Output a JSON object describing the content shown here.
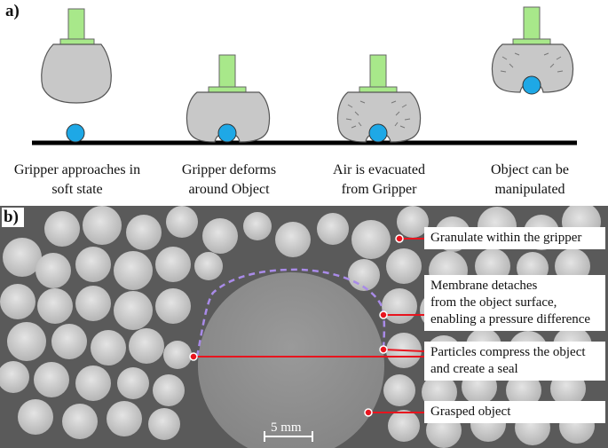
{
  "panel_a": {
    "label": "a)",
    "captions": [
      {
        "line1": "Gripper approaches in",
        "line2": "soft state"
      },
      {
        "line1": "Gripper deforms",
        "line2": "around Object"
      },
      {
        "line1": "Air is evacuated",
        "line2": "from Gripper"
      },
      {
        "line1": "Object can be",
        "line2": "manipulated"
      }
    ]
  },
  "panel_b": {
    "label": "b)",
    "annotations": [
      {
        "lines": [
          "Granulate within the gripper"
        ]
      },
      {
        "lines": [
          "Membrane detaches",
          "from the object surface,",
          "enabling a pressure difference"
        ]
      },
      {
        "lines": [
          "Particles compress the object",
          "and create a seal"
        ]
      },
      {
        "lines": [
          "Grasped object"
        ]
      }
    ],
    "scale_bar": "5 mm"
  },
  "colors": {
    "stem_green": "#a8e88a",
    "gripper_grey": "#c8c8c8",
    "object_blue": "#1ea8e6",
    "marker_red": "#e8141e",
    "membrane_purple": "#a98be8"
  }
}
